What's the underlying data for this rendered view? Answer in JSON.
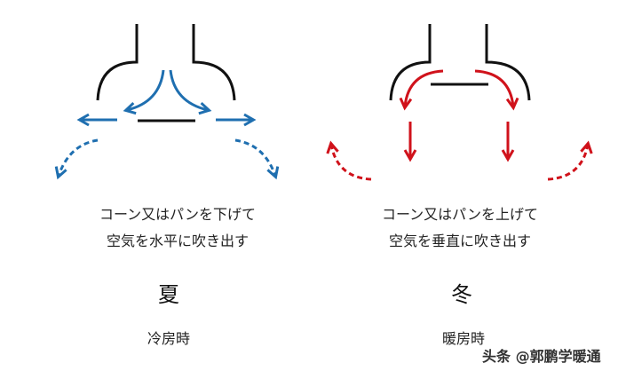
{
  "colors": {
    "duct": "#111111",
    "summer_arrow": "#1f6fb0",
    "winter_arrow": "#d0121b"
  },
  "summer": {
    "description_line1": "コーン又はパンを下げて",
    "description_line2": "空気を水平に吹き出す",
    "season": "夏",
    "mode": "冷房時"
  },
  "winter": {
    "description_line1": "コーン又はパンを上げて",
    "description_line2": "空気を垂直に吹き出す",
    "season": "冬",
    "mode": "暖房時"
  },
  "watermark": "头条 @郭鹏学暖通"
}
